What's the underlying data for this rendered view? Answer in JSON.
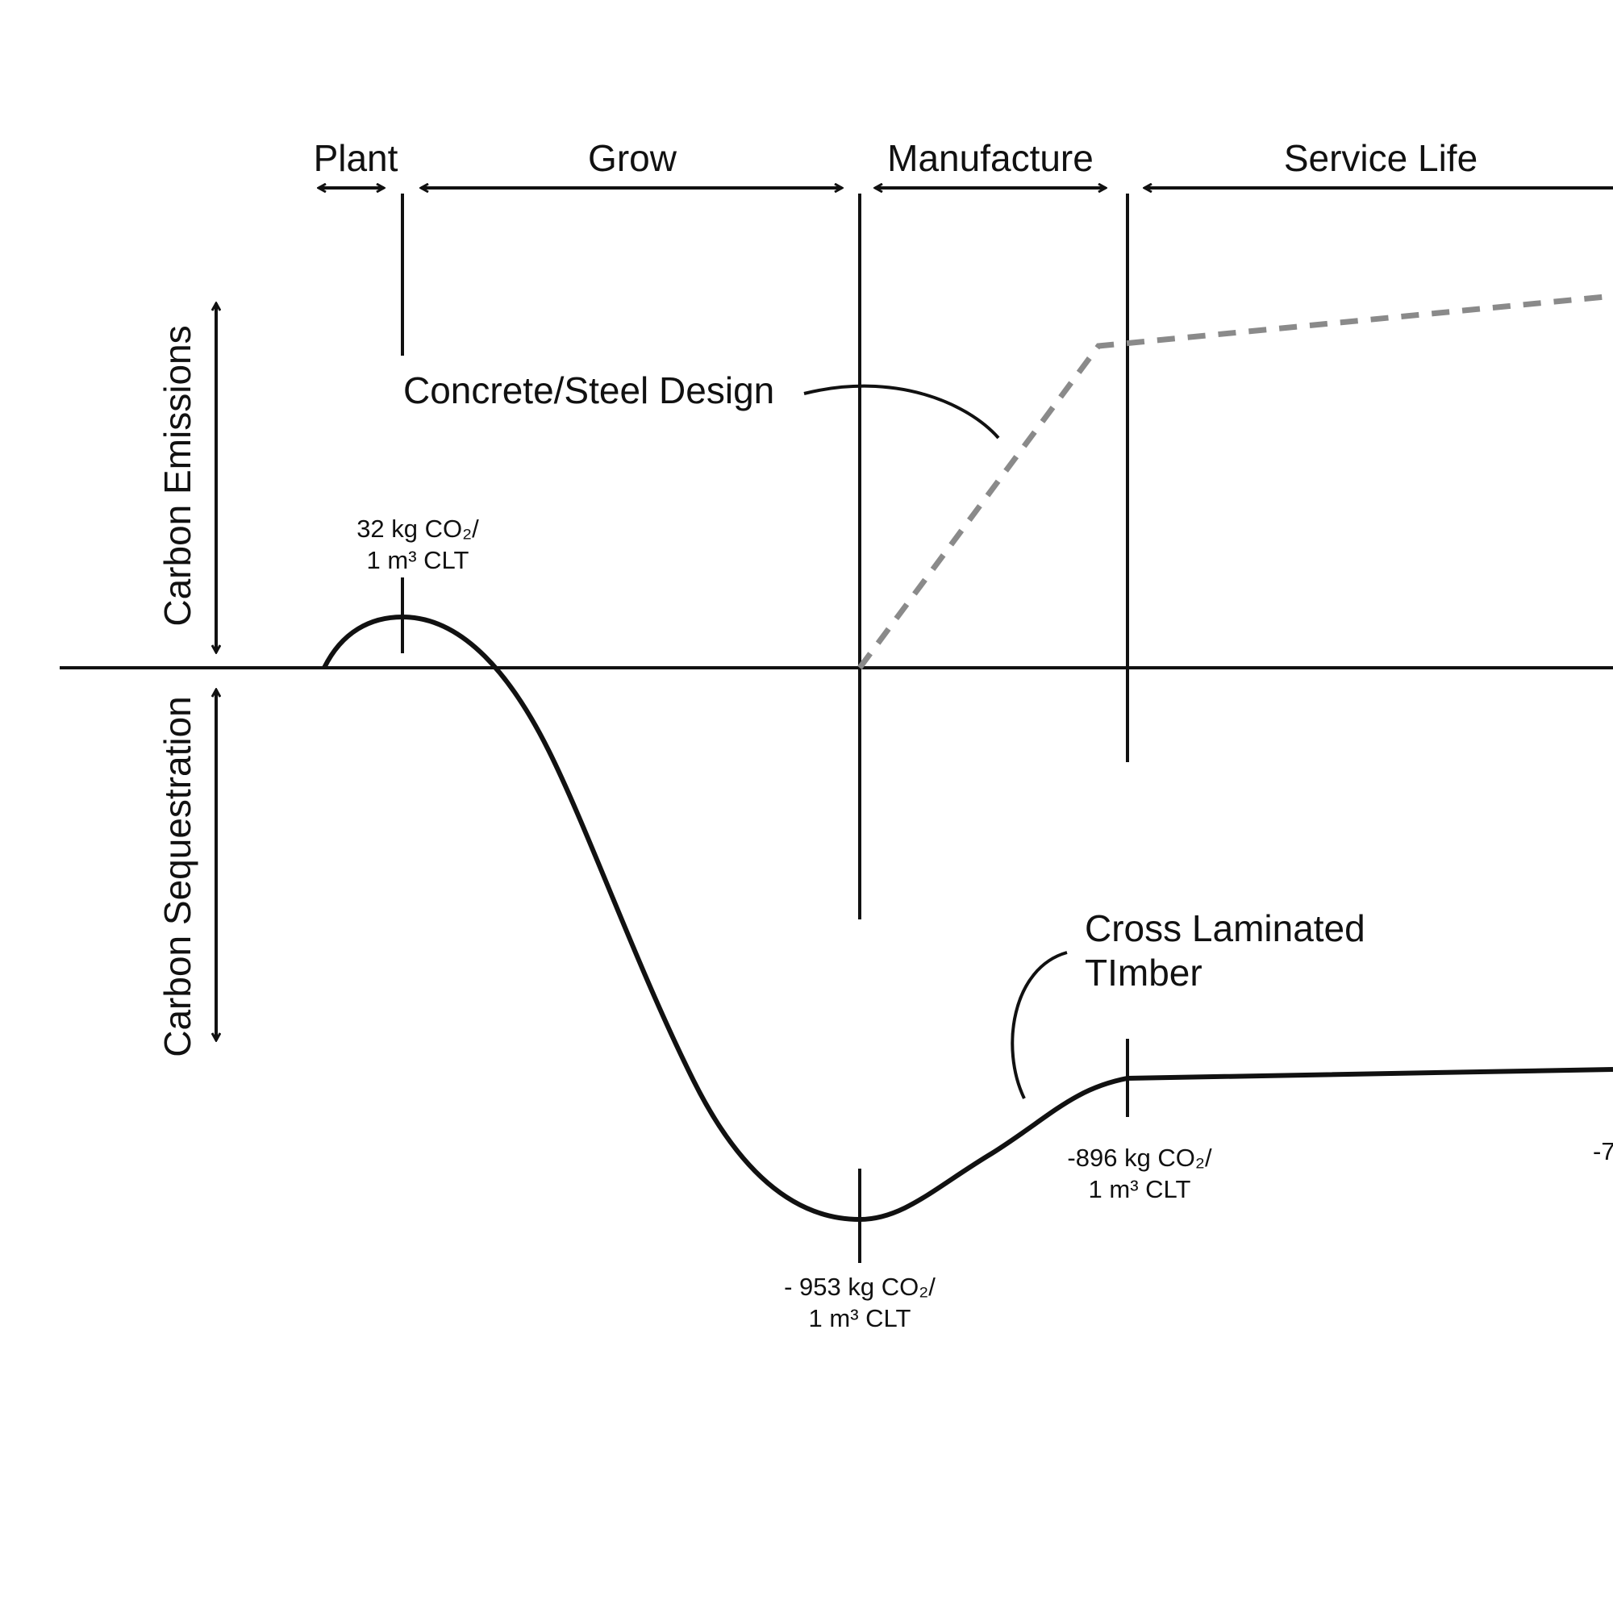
{
  "stages": {
    "plant": "Plant",
    "grow": "Grow",
    "manufacture": "Manufacture",
    "service_life": "Service Life"
  },
  "axis": {
    "emissions": "Carbon Emissions",
    "sequestration": "Carbon Sequestration"
  },
  "series": {
    "concrete_steel": "Concrete/Steel Design",
    "clt_line1": "Cross Laminated",
    "clt_line2": "TImber"
  },
  "annotations": {
    "plant_l1": "32 kg CO₂/",
    "plant_l2": "1 m³ CLT",
    "grow_l1": "- 953 kg CO₂/",
    "grow_l2": "1 m³ CLT",
    "manufacture_l1": "-896 kg CO₂/",
    "manufacture_l2": "1 m³ CLT",
    "end_partial": "-7"
  },
  "colors": {
    "line": "#111111",
    "concrete_dashed": "#8a8a8a",
    "background": "#ffffff"
  }
}
